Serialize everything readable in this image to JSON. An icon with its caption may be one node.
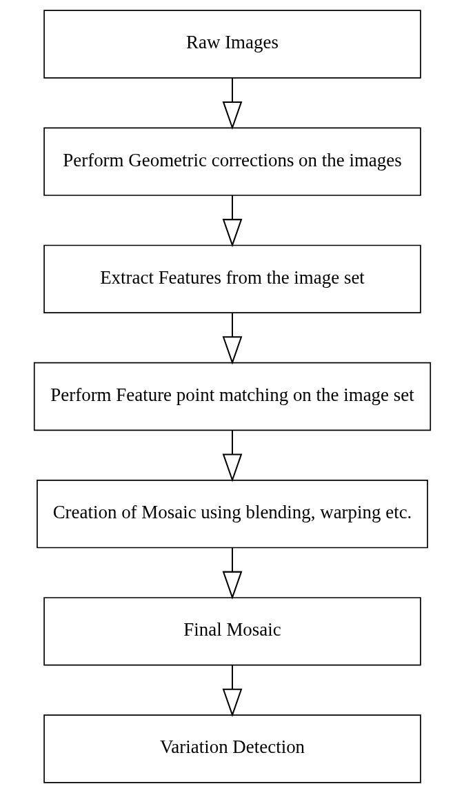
{
  "diagram": {
    "nodes": [
      {
        "text": [
          "Raw Images"
        ]
      },
      {
        "text": [
          "Perform Geometric corrections on the images"
        ]
      },
      {
        "text": [
          "Extract Features from the image set"
        ]
      },
      {
        "text": [
          "Perform Feature point matching on the image set"
        ]
      },
      {
        "text": [
          "Creation of Mosaic using blending, warping etc."
        ]
      },
      {
        "text": [
          "Final Mosaic"
        ]
      },
      {
        "text": [
          "Variation Detection"
        ]
      }
    ],
    "edges": [
      {
        "from": 0,
        "to": 1,
        "arrow": "to"
      },
      {
        "from": 1,
        "to": 2,
        "arrow": "to"
      },
      {
        "from": 2,
        "to": 3,
        "arrow": "to"
      },
      {
        "from": 3,
        "to": 4,
        "arrow": "to"
      },
      {
        "from": 4,
        "to": 5,
        "arrow": "to"
      },
      {
        "from": 5,
        "to": 6,
        "arrow": "to"
      }
    ]
  }
}
